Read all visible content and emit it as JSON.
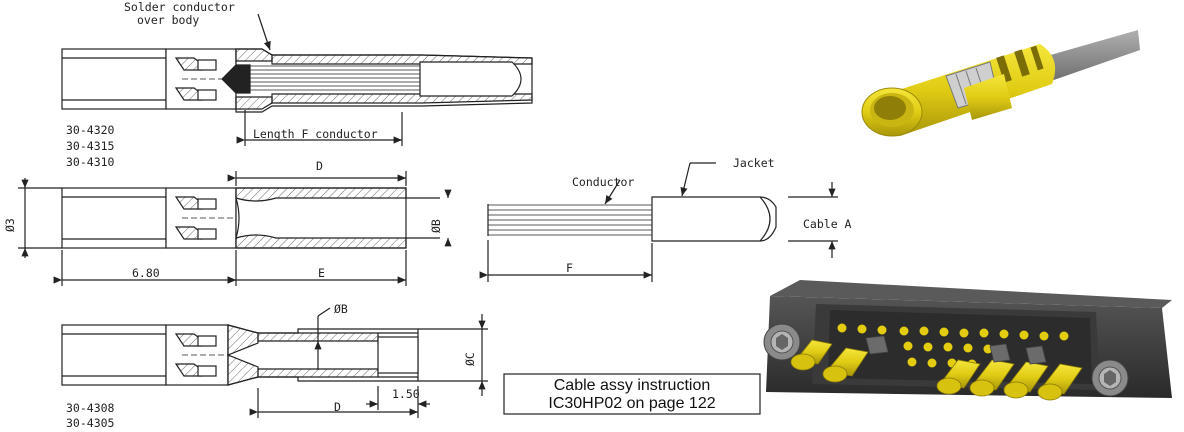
{
  "annotations": {
    "solder_line1": "Solder conductor",
    "solder_line2": "over body",
    "length_f": "Length F conductor",
    "conductor": "Conductor",
    "jacket": "Jacket",
    "cable_a": "Cable A"
  },
  "part_numbers": {
    "group1": [
      "30-4320",
      "30-4315",
      "30-4310"
    ],
    "group2": [
      "30-4308",
      "30-4305"
    ]
  },
  "dimensions": {
    "d_top": "D",
    "dia3": "Ø3",
    "dia_b": "ØB",
    "six80": "6.80",
    "e": "E",
    "f": "F",
    "dia_b_bottom": "ØB",
    "dia_c": "ØC",
    "one50": "1.50",
    "d_bottom": "D"
  },
  "callout_box": {
    "line1": "Cable assy instruction",
    "line2": "IC30HP02 on page 122"
  },
  "colors": {
    "line": "#222222",
    "contact_yellow": "#e6d21a",
    "connector_body": "#3b3b3b",
    "cable_gray": "#8a8a8a"
  }
}
